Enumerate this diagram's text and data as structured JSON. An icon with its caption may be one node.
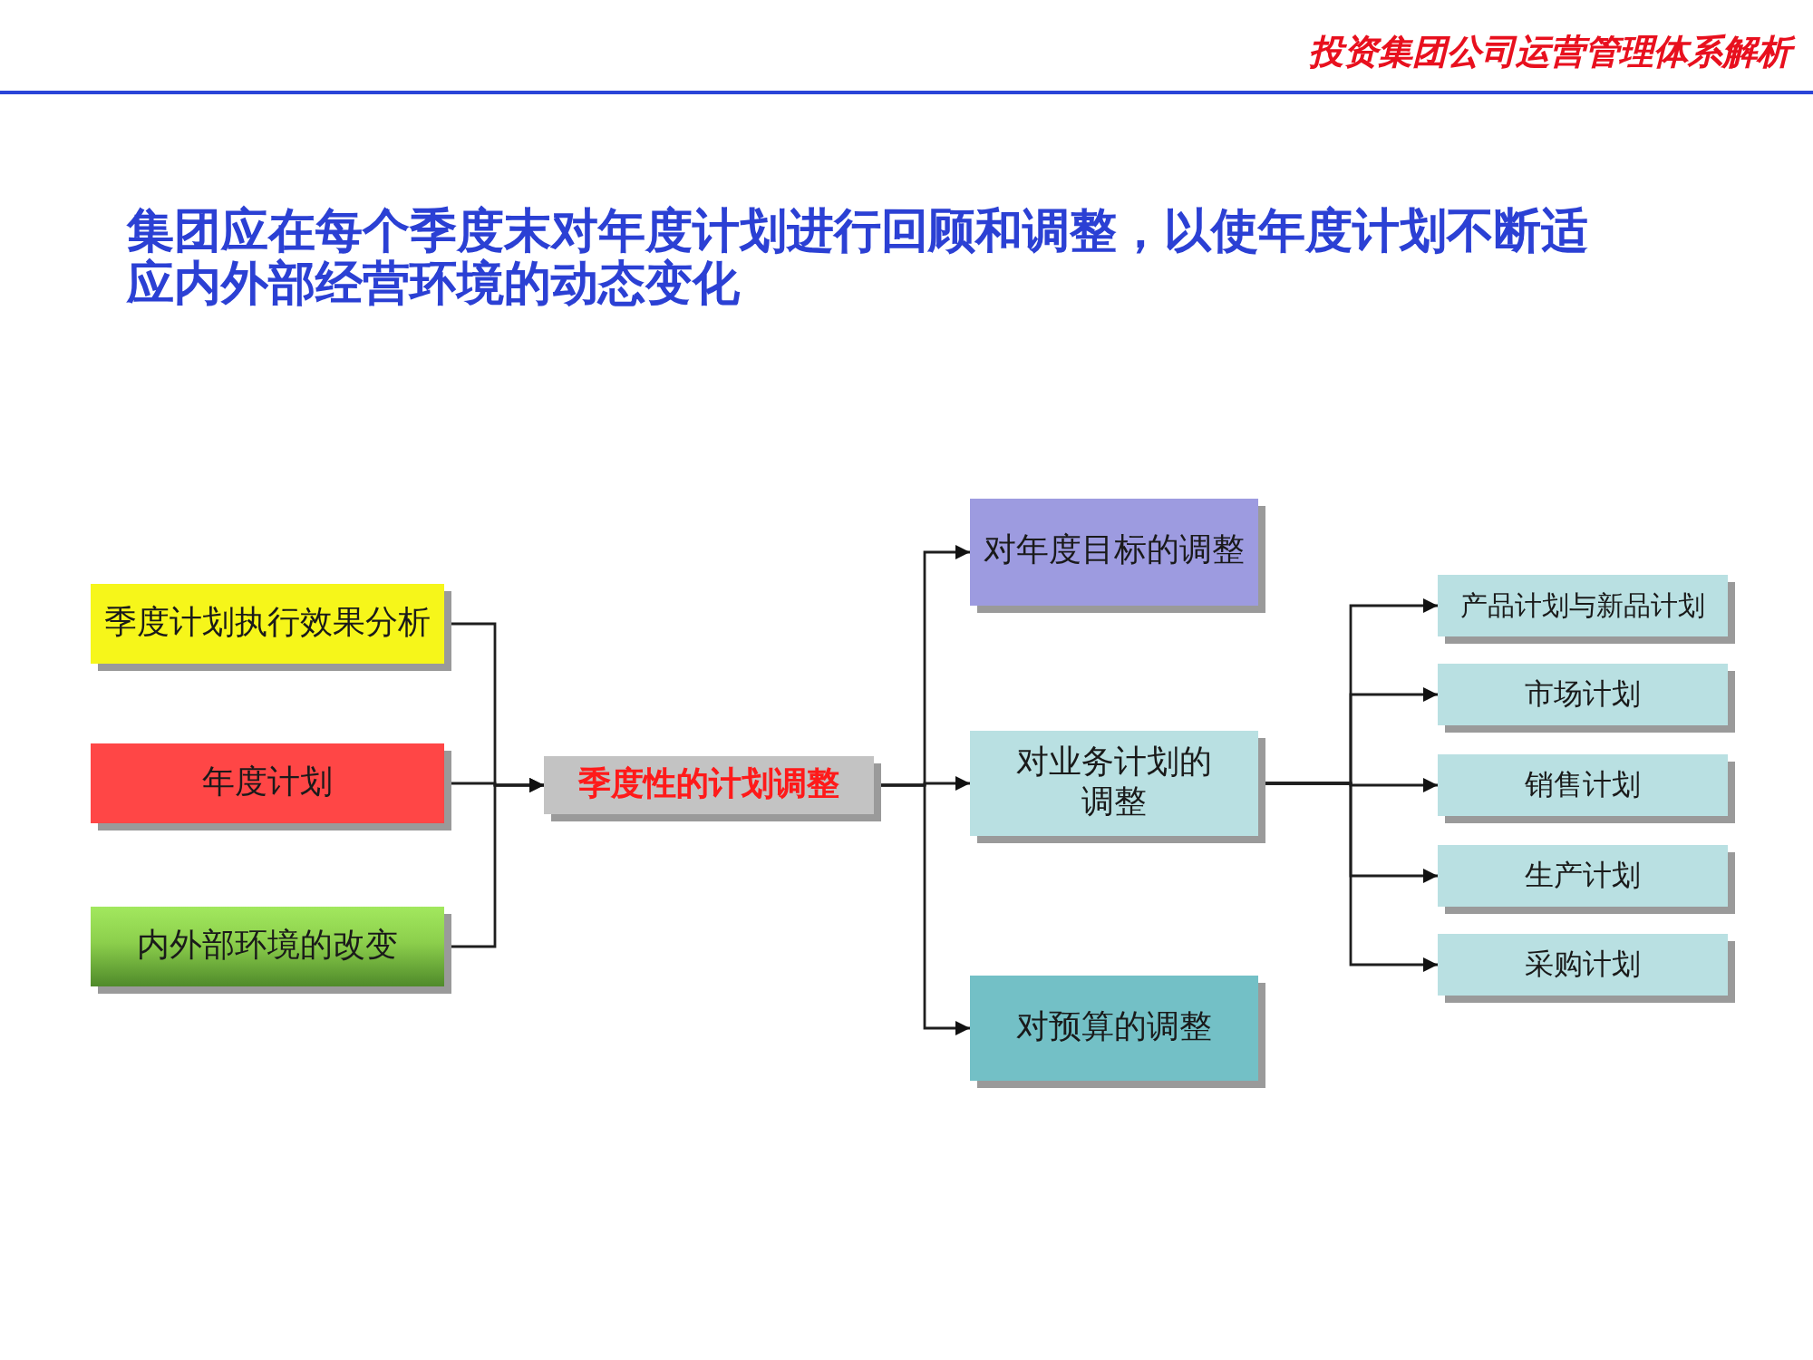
{
  "diagram": {
    "title": "集团应在每个季度末对年度计划进行回顾和调整，以使年度计划不断适应内外部经营环境的动态变化",
    "nodes": [
      {
        "text": [
          "季度计划执行效果分析"
        ]
      },
      {
        "text": [
          "年度计划"
        ]
      },
      {
        "text": [
          "内外部环境的改变"
        ]
      },
      {
        "text": [
          "季度性的计划调整"
        ]
      },
      {
        "text": [
          "对年度目标的调整"
        ]
      },
      {
        "text": [
          "对业务计划的调整"
        ]
      },
      {
        "text": [
          "对预算的调整"
        ]
      },
      {
        "text": [
          "产品计划与新品计划"
        ]
      },
      {
        "text": [
          "市场计划"
        ]
      },
      {
        "text": [
          "销售计划"
        ]
      },
      {
        "text": [
          "生产计划"
        ]
      },
      {
        "text": [
          "采购计划"
        ]
      }
    ],
    "edges": [
      {
        "from": 0,
        "to": 3,
        "arrow": "to"
      },
      {
        "from": 1,
        "to": 3,
        "arrow": "to"
      },
      {
        "from": 2,
        "to": 3,
        "arrow": "to"
      },
      {
        "from": 3,
        "to": 4,
        "arrow": "to"
      },
      {
        "from": 3,
        "to": 5,
        "arrow": "to"
      },
      {
        "from": 3,
        "to": 6,
        "arrow": "to"
      },
      {
        "from": 5,
        "to": 7,
        "arrow": "to"
      },
      {
        "from": 5,
        "to": 8,
        "arrow": "to"
      },
      {
        "from": 5,
        "to": 9,
        "arrow": "to"
      },
      {
        "from": 5,
        "to": 10,
        "arrow": "to"
      },
      {
        "from": 5,
        "to": 11,
        "arrow": "to"
      }
    ],
    "labels": [
      "投资集团公司运营管理体系解析"
    ]
  }
}
